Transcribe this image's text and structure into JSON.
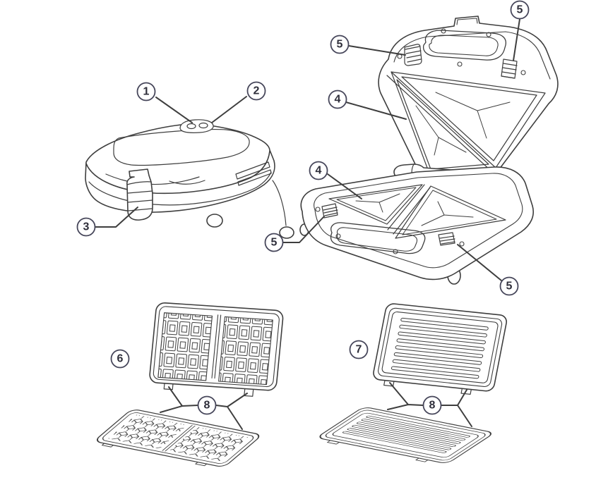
{
  "diagram": {
    "background": "#ffffff",
    "colors": {
      "line": "#3e3e3e",
      "callout_ring": "#46465a",
      "callout_number": "#2e2e3a"
    },
    "views": {
      "closed_unit": {
        "callouts": [
          {
            "label": "1"
          },
          {
            "label": "2"
          },
          {
            "label": "3"
          }
        ]
      },
      "open_unit": {
        "callouts": [
          {
            "label": "5"
          },
          {
            "label": "5"
          },
          {
            "label": "4"
          },
          {
            "label": "4"
          },
          {
            "label": "5"
          },
          {
            "label": "5"
          }
        ]
      },
      "waffle_plates": {
        "callouts": [
          {
            "label": "6"
          },
          {
            "label": "8"
          }
        ]
      },
      "grill_plates": {
        "callouts": [
          {
            "label": "7"
          },
          {
            "label": "8"
          }
        ]
      }
    }
  }
}
